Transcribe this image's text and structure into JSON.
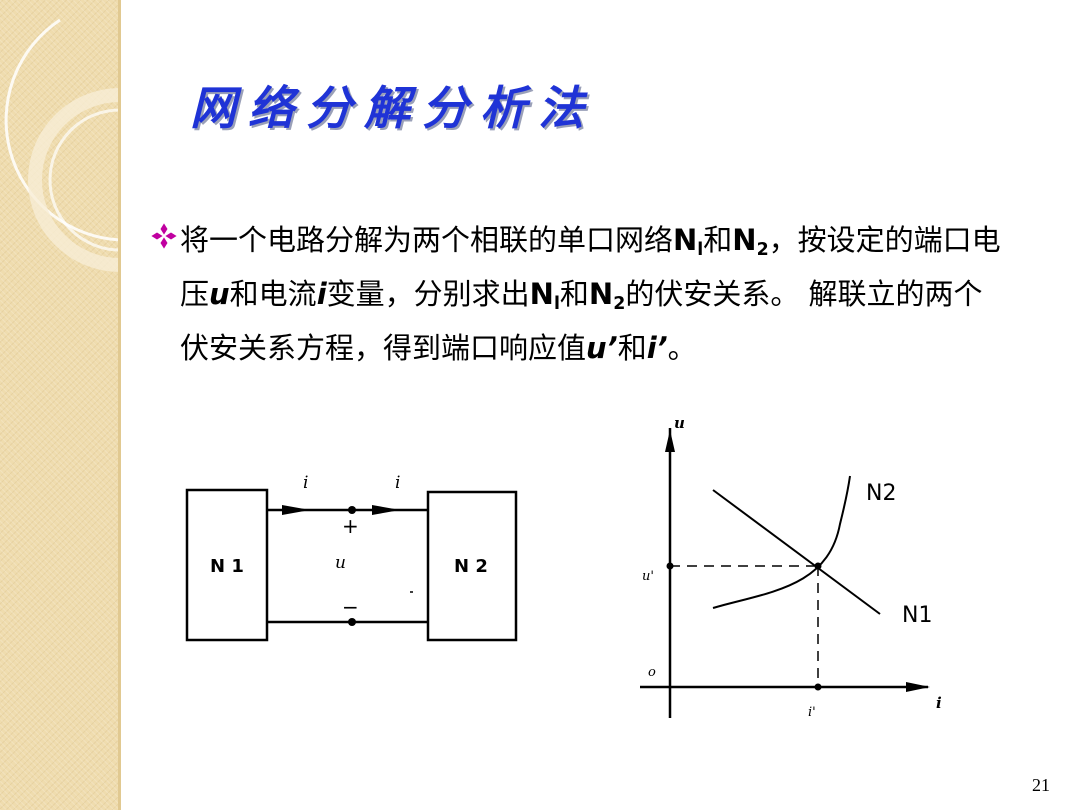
{
  "slide": {
    "title": "网络分解分析法",
    "page_number": "21",
    "body": {
      "prefix": "将一个电路分解为两个相联的单口网络",
      "n1_letter": "N",
      "n1_sub": "l",
      "and1": "和",
      "n2_letter": "N",
      "n2_sub": "2",
      "mid1": "，按设定的端口电压",
      "u_var": "u",
      "mid2": "和电流",
      "i_var": "i",
      "mid3": "变量，分别求出",
      "n1b_letter": "N",
      "n1b_sub": "l",
      "and2": "和",
      "n2b_letter": "N",
      "n2b_sub": "2",
      "mid4": "的伏安关系。 解联立的两个伏安关系方程，得到端口响应值",
      "u_prime": "u’",
      "and3": "和",
      "i_prime": "i’",
      "end": "。"
    },
    "circuit": {
      "n1_label": "N 1",
      "n2_label": "N 2",
      "current_left": "i",
      "current_right": "i",
      "plus": "+",
      "u": "u",
      "minus": "−"
    },
    "graph": {
      "y_axis_label": "u",
      "x_axis_label": "i",
      "n1_label": "N1",
      "n2_label": "N2",
      "u_prime": "u'",
      "i_prime": "i'",
      "origin": "o"
    },
    "colors": {
      "title": "#1f33d6",
      "bullet": "#c000a0",
      "sidebar": "#efdcae"
    }
  }
}
